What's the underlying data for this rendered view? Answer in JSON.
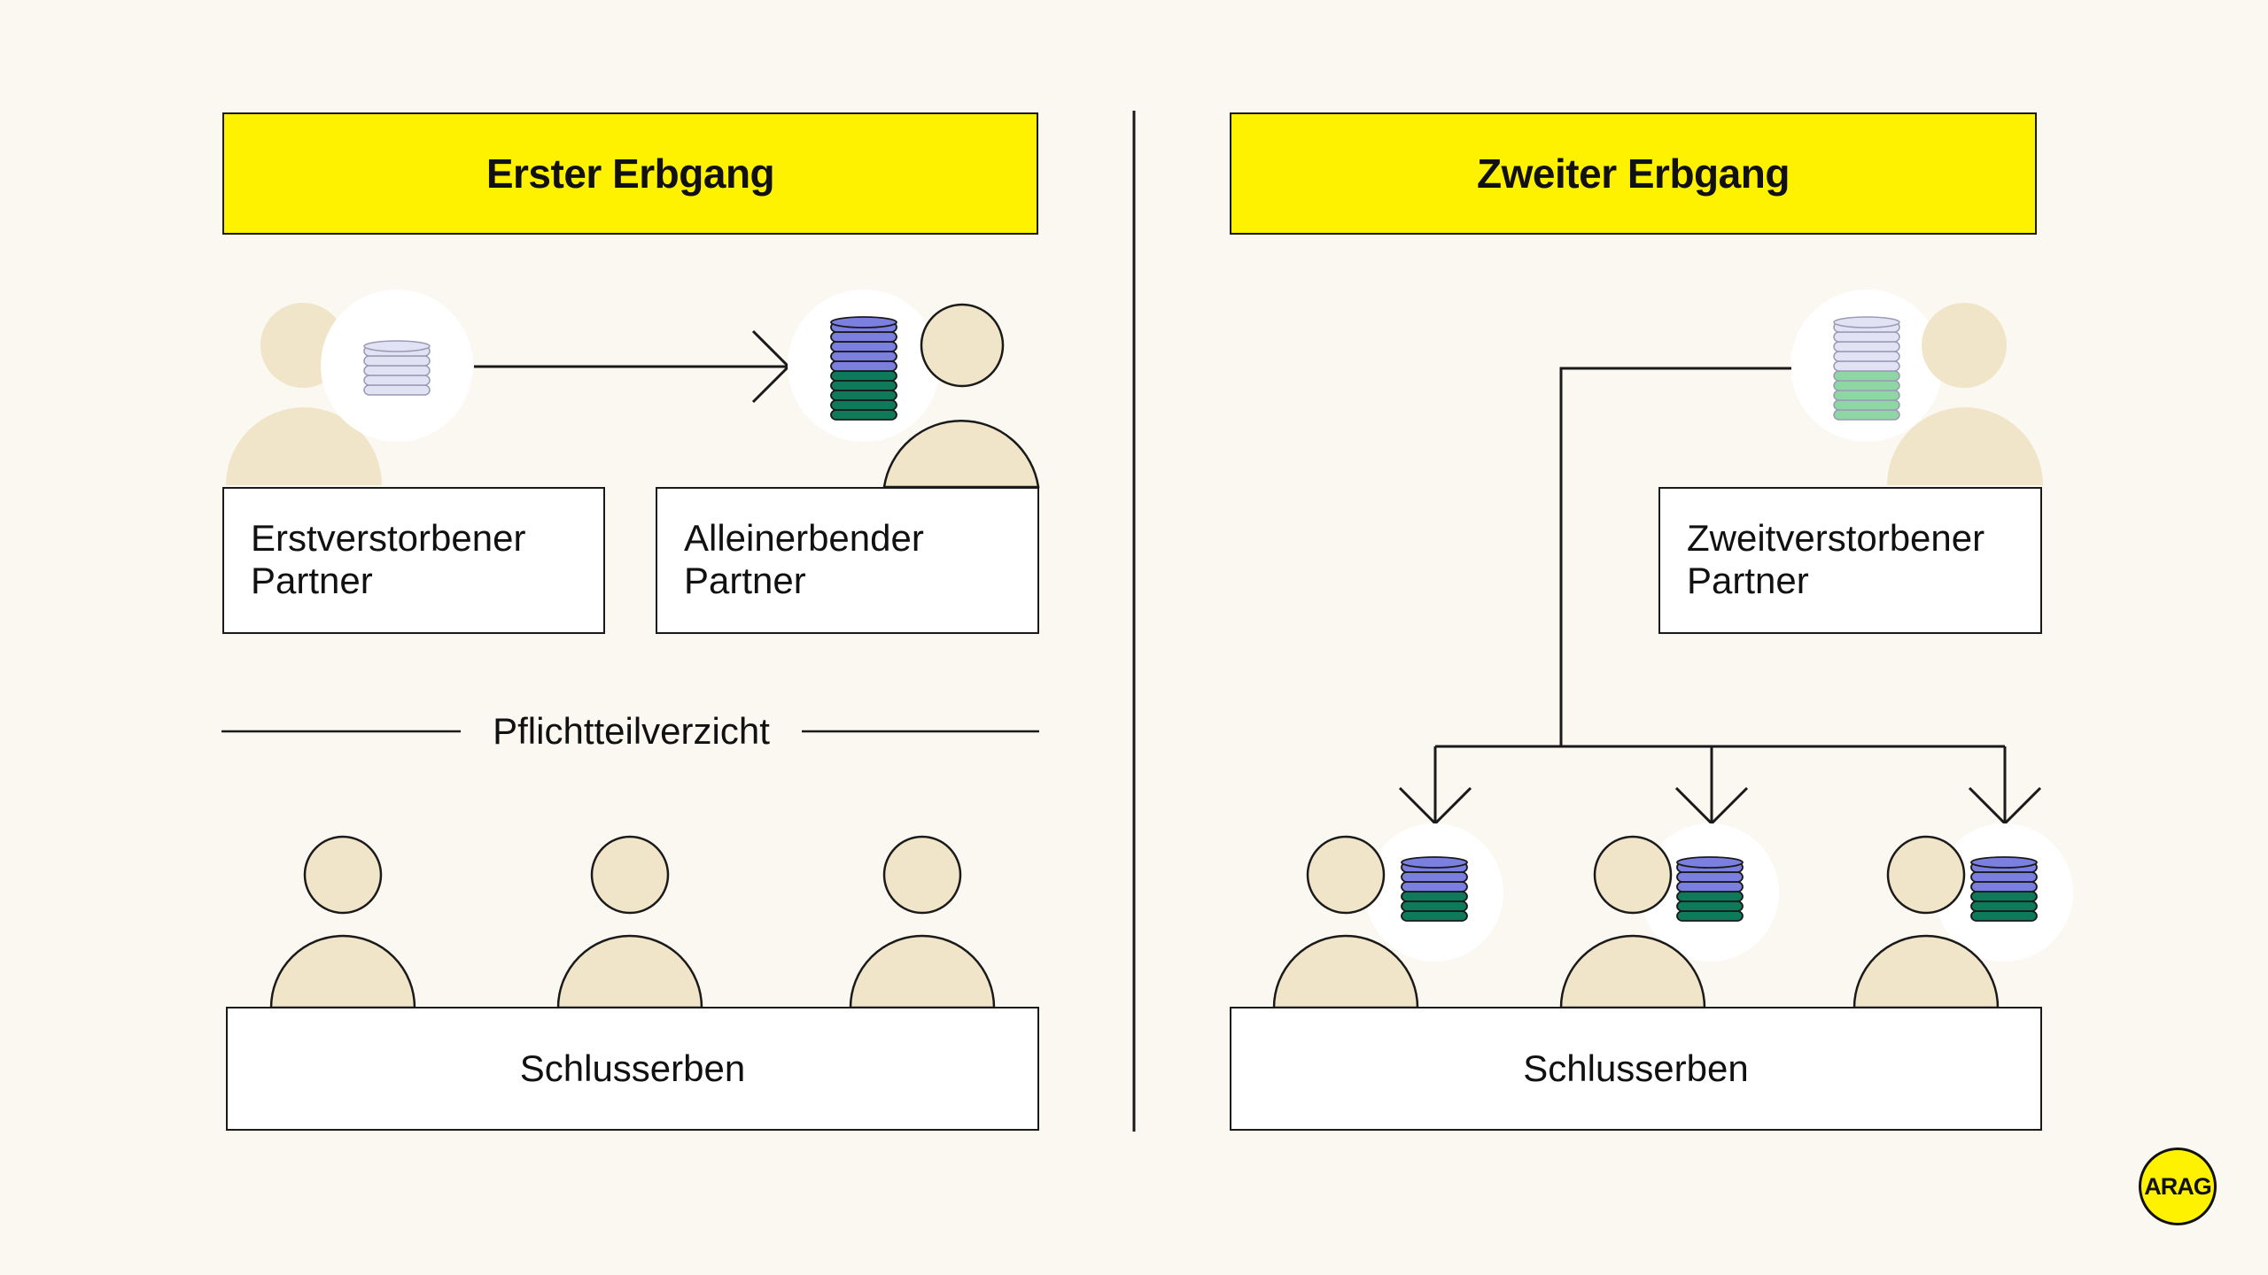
{
  "left_panel": {
    "header": "Erster Erbgang",
    "deceased_label": [
      "Erstverstorbener",
      "Partner"
    ],
    "heir_label": [
      "Alleinerbender",
      "Partner"
    ],
    "waiver_label": "Pflichtteilverzicht",
    "final_heirs_label": "Schlusserben"
  },
  "right_panel": {
    "header": "Zweiter Erbgang",
    "deceased_label": [
      "Zweitverstorbener",
      "Partner"
    ],
    "final_heirs_label": "Schlusserben"
  },
  "logo": {
    "text": "ARAG",
    "icon": "arag-logo-icon"
  },
  "colors": {
    "background": "#fbf8f2",
    "header_fill": "#fff200",
    "person_fill": "#f0e5c8",
    "coin_purple": "#7b7fe0",
    "coin_green": "#0e7a5a",
    "coin_pale": "#e2e2f5",
    "coin_mint": "#8fd6a5"
  }
}
